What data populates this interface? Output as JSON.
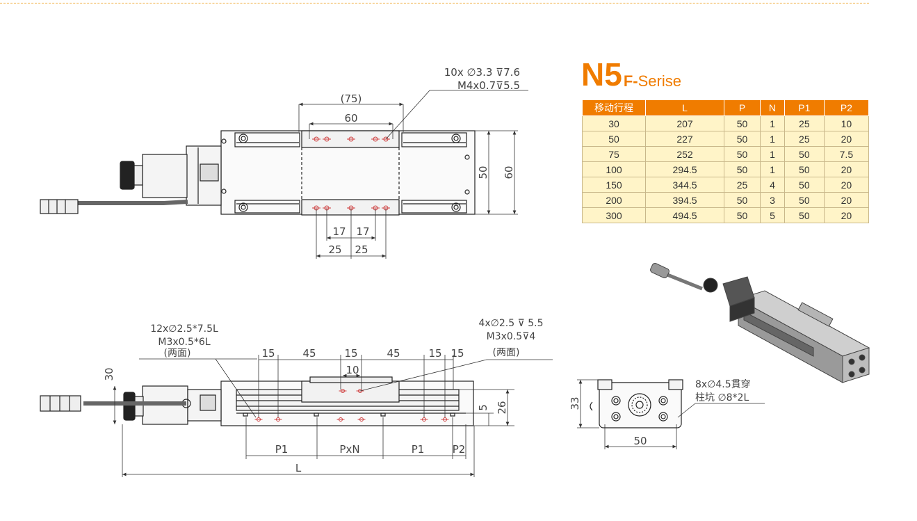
{
  "title": {
    "main": "N5",
    "suffix": "F-",
    "series": "Serise"
  },
  "table": {
    "headers": [
      "移动行程",
      "L",
      "P",
      "N",
      "P1",
      "P2"
    ],
    "rows": [
      [
        "30",
        "207",
        "50",
        "1",
        "25",
        "10"
      ],
      [
        "50",
        "227",
        "50",
        "1",
        "25",
        "20"
      ],
      [
        "75",
        "252",
        "50",
        "1",
        "50",
        "7.5"
      ],
      [
        "100",
        "294.5",
        "50",
        "1",
        "50",
        "20"
      ],
      [
        "150",
        "344.5",
        "25",
        "4",
        "50",
        "20"
      ],
      [
        "200",
        "394.5",
        "50",
        "3",
        "50",
        "20"
      ],
      [
        "300",
        "494.5",
        "50",
        "5",
        "50",
        "20"
      ]
    ]
  },
  "top_view": {
    "hole_note_1": "10x ∅3.3 ⊽7.6",
    "hole_note_2": "M4x0.7⊽5.5",
    "dim_75": "(75)",
    "dim_60_top": "60",
    "dim_50": "50",
    "dim_60_side": "60",
    "dim_17a": "17",
    "dim_17b": "17",
    "dim_25a": "25",
    "dim_25b": "25"
  },
  "side_view": {
    "left_note_1": "12x∅2.5*7.5L",
    "left_note_2": "M3x0.5*6L",
    "left_note_3": "(两面)",
    "right_note_1": "4x∅2.5 ⊽ 5.5",
    "right_note_2": "M3x0.5⊽4",
    "right_note_3": "(两面)",
    "dim_15a": "15",
    "dim_45a": "45",
    "dim_15b": "15",
    "dim_10": "10",
    "dim_45b": "45",
    "dim_15c": "15",
    "dim_15d": "15",
    "dim_30": "30",
    "dim_5": "5",
    "dim_26": "26",
    "dim_P1a": "P1",
    "dim_PxN": "PxN",
    "dim_P1b": "P1",
    "dim_P2": "P2",
    "dim_L": "L"
  },
  "end_view": {
    "note_1": "8x∅4.5貫穿",
    "note_2": "柱坑 ∅8*2L",
    "dim_33": "33",
    "dim_50": "50"
  },
  "colors": {
    "accent": "#f07c00",
    "table_fill": "#fff4c8",
    "drawing": "#222222",
    "marks": "#d04040"
  }
}
